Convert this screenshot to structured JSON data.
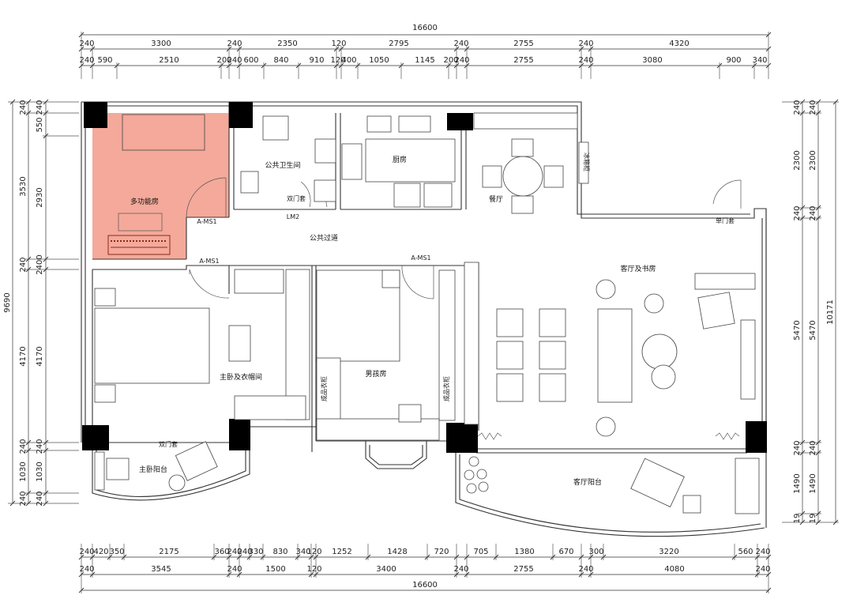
{
  "plan": {
    "highlight_color": "#f4a99a",
    "column_color": "#000000",
    "rooms": {
      "multi": "多功能房",
      "bath": "公共卫生间",
      "kitchen": "厨房",
      "dining": "餐厅",
      "corridor": "公共过道",
      "living": "客厅及书房",
      "master": "主卧及衣帽间",
      "boys": "男孩房",
      "master_balcony": "主卧阳台",
      "living_balcony": "客厅阳台"
    },
    "labels": {
      "double_door_1": "双门套",
      "double_door_2": "双门套",
      "single_door": "单门套",
      "ams_1": "A-MS1",
      "ams_2": "A-MS1",
      "ams_3": "A-MS1",
      "lm2": "LM2",
      "fridge_label": "冰箱柜",
      "wardrobe_1": "成品衣柜",
      "wardrobe_2": "成品衣柜"
    },
    "dims": {
      "top_total": "16600",
      "top_row1": [
        "240",
        "3300",
        "240",
        "2350",
        "120",
        "2795",
        "240",
        "2755",
        "240",
        "4320"
      ],
      "top_row2": [
        "240",
        "590",
        "2510",
        "200",
        "240",
        "600",
        "840",
        "910",
        "120",
        "400",
        "1050",
        "1145",
        "200",
        "240",
        "2755",
        "240",
        "3080",
        "900",
        "340"
      ],
      "bottom_row1": [
        "240",
        "420",
        "350",
        "2175",
        "360",
        "240",
        "240",
        "330",
        "830",
        "340",
        "120",
        "1252",
        "1428",
        "720",
        "705",
        "1380",
        "670",
        "300",
        "3220",
        "560",
        "240"
      ],
      "bottom_row2": [
        "240",
        "3545",
        "240",
        "1500",
        "120",
        "3400",
        "240",
        "2755",
        "240",
        "4080",
        "240"
      ],
      "bottom_total": "16600",
      "left_outer": [
        "240",
        "3530",
        "240",
        "4170",
        "240",
        "1030",
        "240"
      ],
      "left_inner": [
        "240",
        "550",
        "2930",
        "2400",
        "4170",
        "240",
        "1030",
        "240"
      ],
      "left_total": "9690",
      "right_inner": [
        "240",
        "2300",
        "240",
        "5470",
        "240",
        "1490",
        "19"
      ],
      "right_outer": [
        "240",
        "2300",
        "240",
        "5470",
        "240",
        "1490",
        "19"
      ],
      "right_total": "10171"
    }
  }
}
